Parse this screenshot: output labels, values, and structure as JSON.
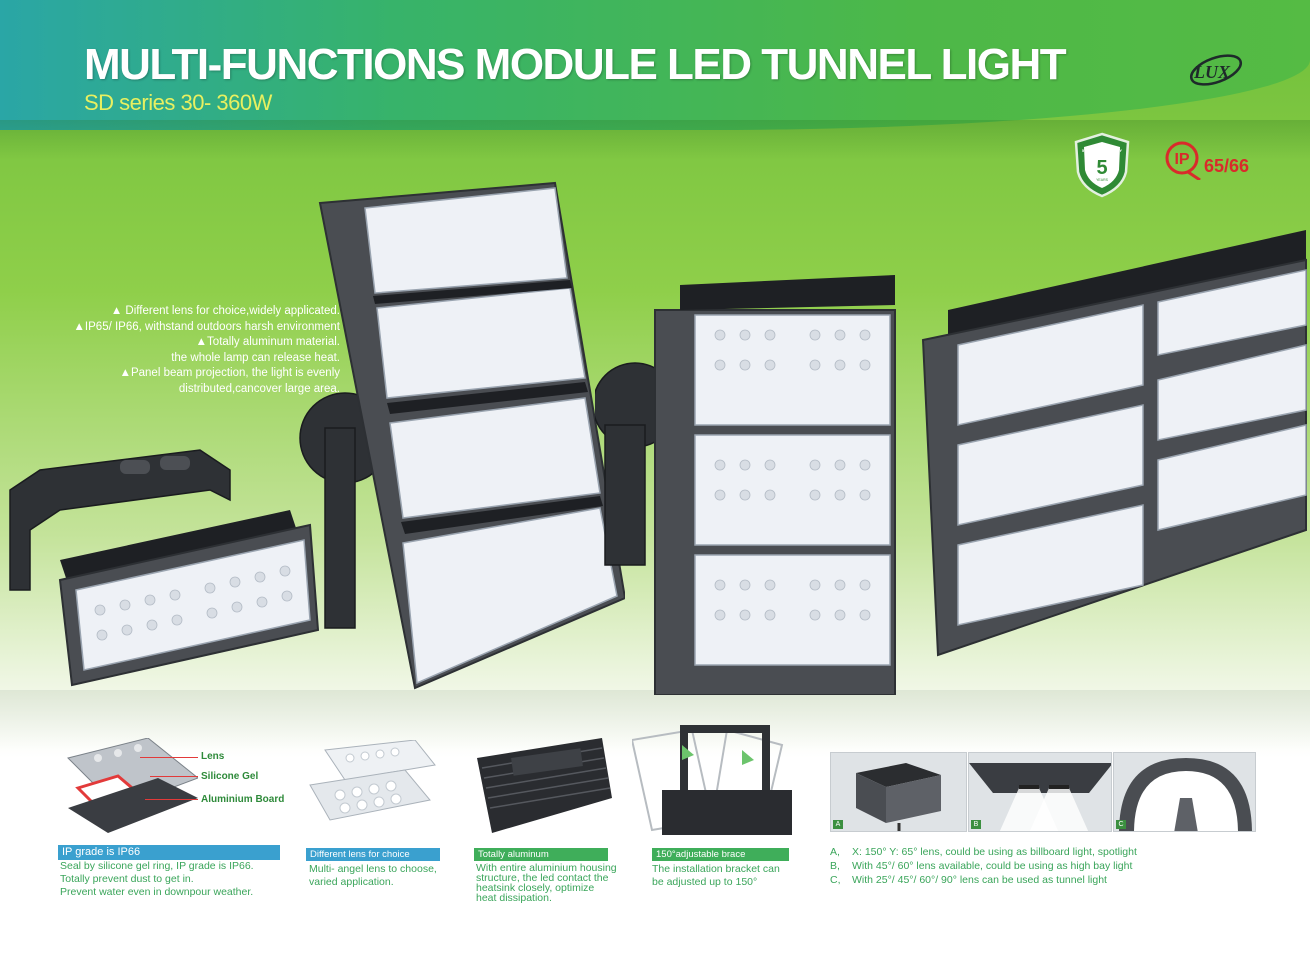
{
  "header": {
    "title": "MULTI-FUNCTIONS MODULE LED TUNNEL LIGHT",
    "subtitle": "SD series 30- 360W",
    "logo_text": "LUX"
  },
  "badges": {
    "warranty_years": "5",
    "warranty_text": "5YEARS WARRANTY",
    "warranty_small": "YEARS",
    "ip_label": "IP",
    "ip_rating": "65/66"
  },
  "features": [
    "▲ Different lens for choice,widely applicated.",
    "▲IP65/ IP66, withstand outdoors harsh environment",
    "▲Totally aluminum material.",
    "the whole lamp can release heat.",
    "▲Panel beam projection, the light is evenly",
    "distributed,cancover large area."
  ],
  "details": {
    "ip": {
      "callouts": [
        "Lens",
        "Silicone Gel",
        "Aluminium Board"
      ],
      "tag": "IP grade is IP66",
      "desc": [
        "Seal by silicone gel ring, IP grade is IP66.",
        "Totally prevent dust to get in.",
        "Prevent water even in downpour weather."
      ]
    },
    "lens": {
      "tag": "Different lens for choice",
      "desc": [
        "Multi- angel lens to choose,",
        "varied application."
      ]
    },
    "aluminum": {
      "tag": "Totally aluminum",
      "desc": [
        "With entire aluminium housing",
        "structure, the led contact the",
        "heatsink closely, optimize",
        "heat dissipation."
      ]
    },
    "bracket": {
      "tag": "150°adjustable brace",
      "desc": [
        "The installation bracket can",
        "be adjusted up to 150°"
      ]
    },
    "beam": {
      "labels": [
        "A",
        "B",
        "C"
      ],
      "list": [
        {
          "key": "A,",
          "text": "X: 150° Y: 65° lens, could be using as billboard light, spotlight"
        },
        {
          "key": "B,",
          "text": "With  45°/ 60° lens available, could be using as high bay light"
        },
        {
          "key": "C,",
          "text": "With 25°/ 45°/ 60°/ 90° lens can be used as tunnel light"
        }
      ]
    }
  },
  "colors": {
    "accent_green": "#3fae5a",
    "tag_blue": "#3aa0cf",
    "title_yellow": "#e8f060",
    "ip_red": "#d92b2b"
  }
}
